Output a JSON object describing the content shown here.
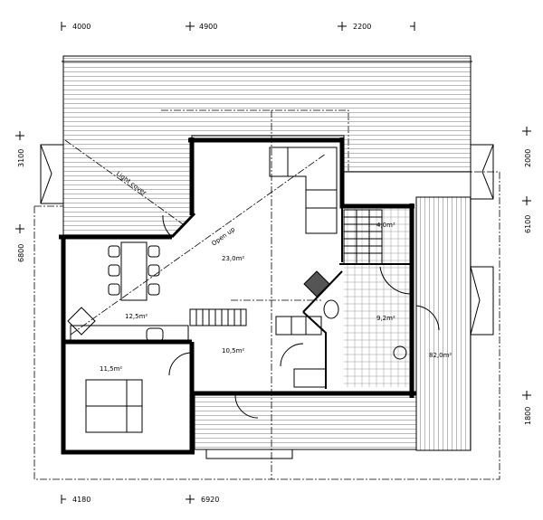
{
  "plan": {
    "dimensions_top": [
      "4000",
      "4900",
      "2200"
    ],
    "dimensions_bottom": [
      "4180",
      "6920"
    ],
    "dimensions_left": [
      "3100",
      "6800"
    ],
    "dimensions_right": [
      "2000",
      "6100",
      "1800"
    ],
    "areas": {
      "living": "23,0m²",
      "kitchen": "12,5m²",
      "hall": "10,5m²",
      "bedroom": "11,5m²",
      "sauna": "4,0m²",
      "washroom": "9,2m²",
      "terrace": "82,0m²"
    },
    "annotations": {
      "light_cover": "Light cover",
      "open_up": "Open up"
    }
  }
}
